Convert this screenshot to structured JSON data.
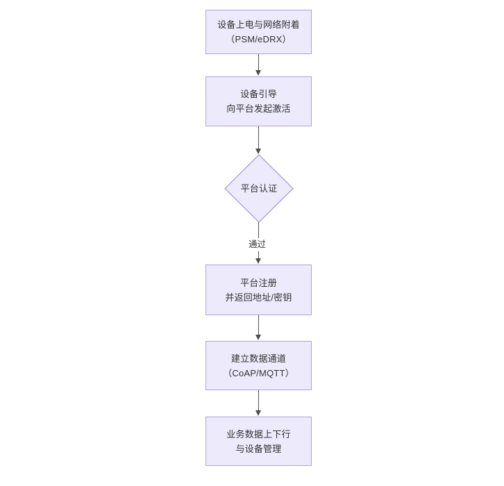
{
  "diagram": {
    "type": "flowchart",
    "orientation": "top-to-bottom",
    "background_color": "#ffffff",
    "node_fill_color": "#ECEAFB",
    "node_border_color": "#B1A0E0",
    "text_color": "#333333",
    "connector_color": "#4d4d4d",
    "nodes": [
      {
        "id": "power-on",
        "shape": "rectangle",
        "lines": [
          "设备上电与网络附着",
          "（PSM/eDRX）"
        ]
      },
      {
        "id": "bootstrap",
        "shape": "rectangle",
        "lines": [
          "设备引导",
          "向平台发起激活"
        ]
      },
      {
        "id": "platform-auth",
        "shape": "diamond",
        "lines": [
          "平台认证"
        ]
      },
      {
        "id": "platform-register",
        "shape": "rectangle",
        "lines": [
          "平台注册",
          "并返回地址/密钥"
        ]
      },
      {
        "id": "data-channel",
        "shape": "rectangle",
        "lines": [
          "建立数据通道",
          "（CoAP/MQTT）"
        ]
      },
      {
        "id": "service-data",
        "shape": "rectangle",
        "lines": [
          "业务数据上下行",
          "与设备管理"
        ]
      }
    ],
    "edges": [
      {
        "id": "e1",
        "from": "power-on",
        "to": "bootstrap",
        "label": ""
      },
      {
        "id": "e2",
        "from": "bootstrap",
        "to": "platform-auth",
        "label": ""
      },
      {
        "id": "e3",
        "from": "platform-auth",
        "to": "platform-register",
        "label": "通过"
      },
      {
        "id": "e4",
        "from": "platform-register",
        "to": "data-channel",
        "label": ""
      },
      {
        "id": "e5",
        "from": "data-channel",
        "to": "service-data",
        "label": ""
      }
    ]
  }
}
